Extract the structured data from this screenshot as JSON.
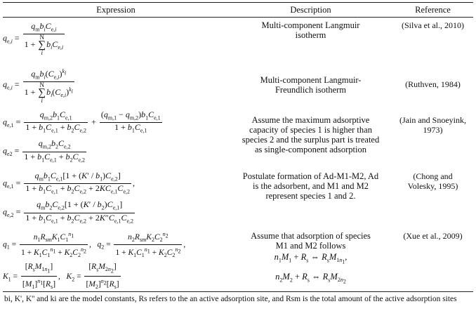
{
  "headers": {
    "expression": "Expression",
    "description": "Description",
    "reference": "Reference"
  },
  "rows": [
    {
      "description": "Multi-component Langmuir isotherm",
      "reference": "(Silva et al., 2010)"
    },
    {
      "description": "Multi-component Langmuir-Freundlich isotherm",
      "reference": "(Ruthven, 1984)"
    },
    {
      "description": "Assume the maximum adsorptive capacity of species 1 is higher than species 2 and the surplus part is treated as single-component adsorption",
      "reference": "(Jain and Snoeyink, 1973)"
    },
    {
      "description": "Postulate formation of Ad-M1-M2, Ad is the adsorbent, and M1 and M2 represent species 1 and 2.",
      "reference": "(Chong and Volesky, 1995)"
    },
    {
      "description": "Assume that adsorption of species M1 and M2 follows",
      "reference": "(Xue et al., 2009)"
    }
  ],
  "footnote": "bi, K', K'' and ki are the model constants, Rs refers to the an active adsorption site, and Rsm is the total amount of the active adsorption sites"
}
